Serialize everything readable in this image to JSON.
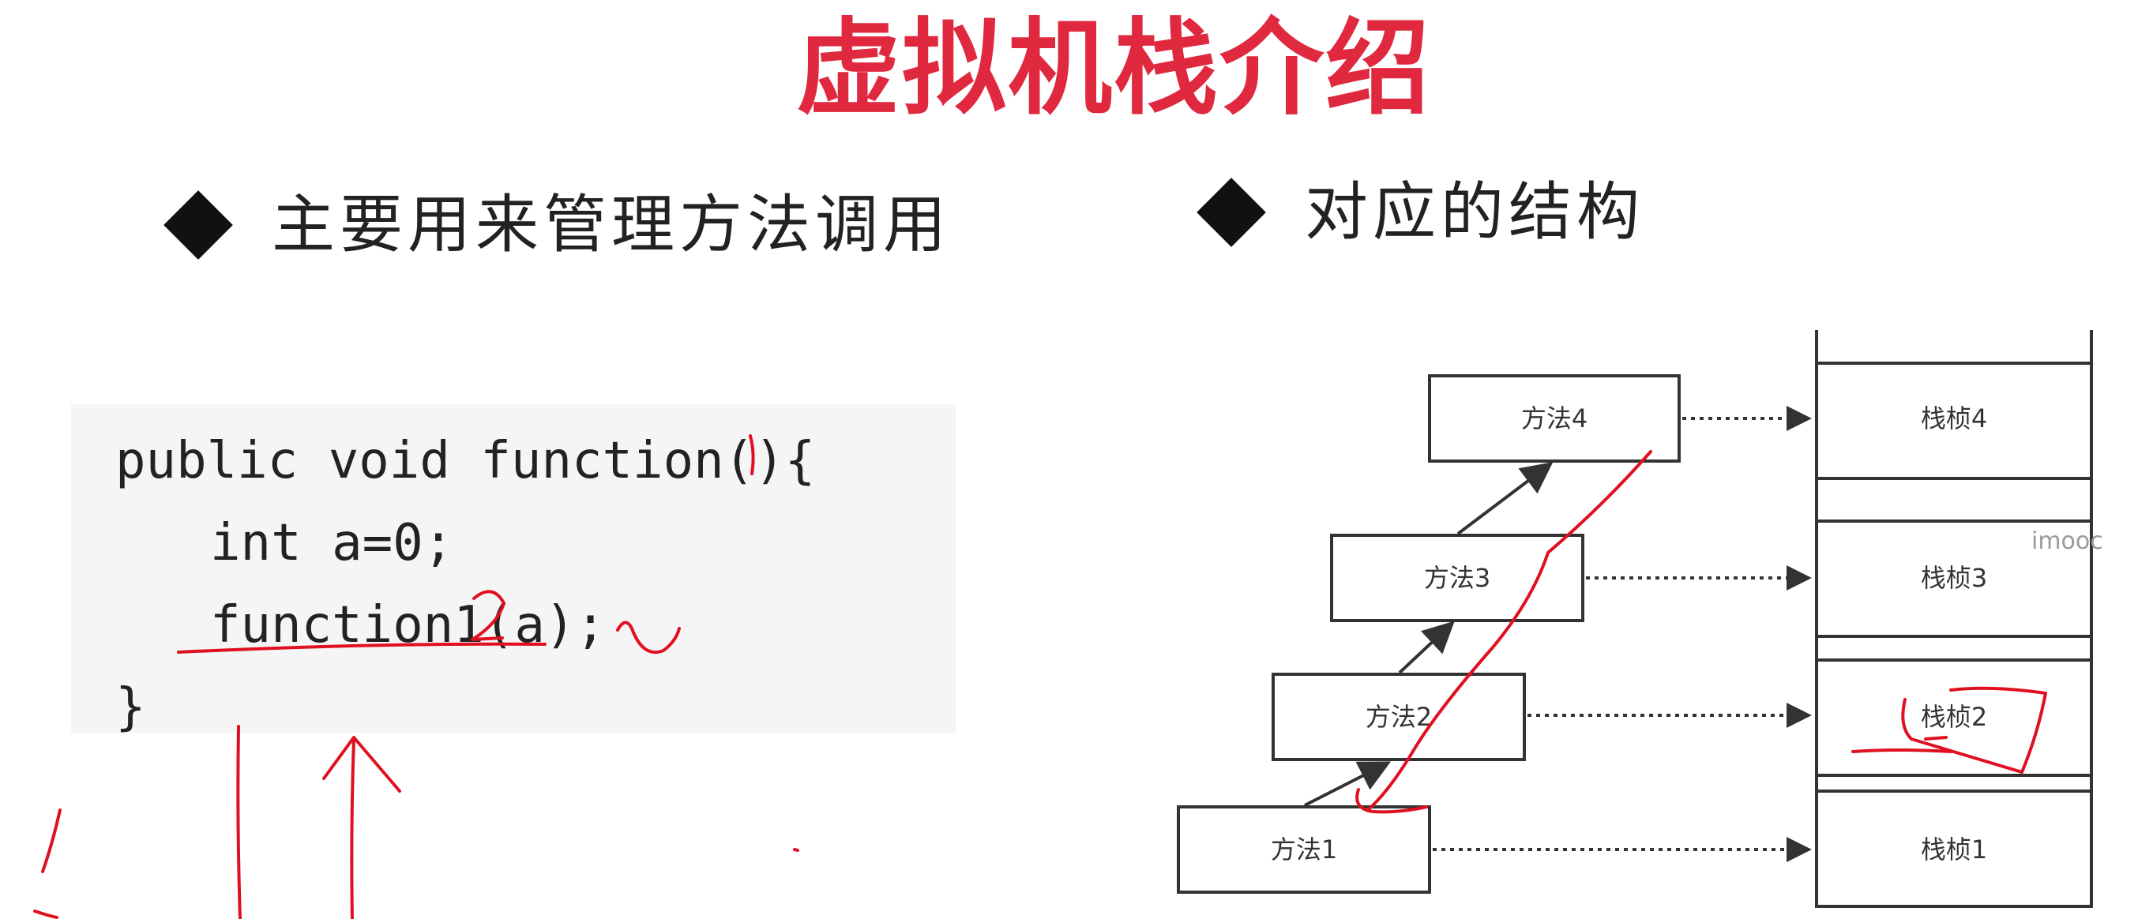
{
  "slide": {
    "title": "虚拟机栈介绍",
    "title_color": "#e0283f",
    "accent_annotation_color": "#e01020"
  },
  "bullets": [
    {
      "text": "主要用来管理方法调用"
    },
    {
      "text": "对应的结构"
    }
  ],
  "code": {
    "lines": [
      "public void function(){",
      "int a=0;",
      "function1(a);",
      "}"
    ]
  },
  "diagram": {
    "methods": [
      "方法4",
      "方法3",
      "方法2",
      "方法1"
    ],
    "frames": [
      "栈桢4",
      "栈桢3",
      "栈桢2",
      "栈桢1"
    ]
  },
  "watermark": "imooc"
}
